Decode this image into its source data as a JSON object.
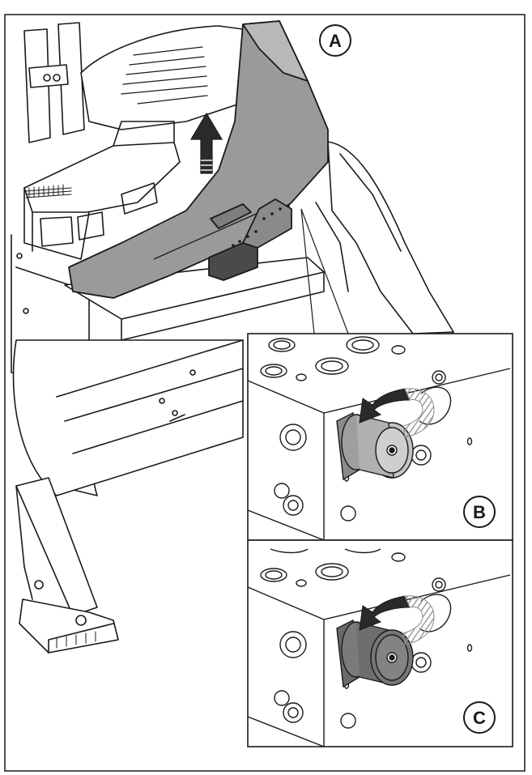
{
  "callouts": {
    "a": "A",
    "b": "B",
    "c": "C"
  },
  "colors": {
    "line": "#1a1a1a",
    "cover_fill": "#9a9a9a",
    "cover_dark": "#6e6e6e",
    "knob_light": "#bdbdbd",
    "knob_dark": "#6b6b6b",
    "hatch": "#a0a0a0",
    "background": "#ffffff"
  },
  "icons": {
    "lift_arrow": "up-arrow-icon",
    "turn_arrow_b": "curved-arrow-icon",
    "turn_arrow_c": "curved-arrow-icon"
  }
}
